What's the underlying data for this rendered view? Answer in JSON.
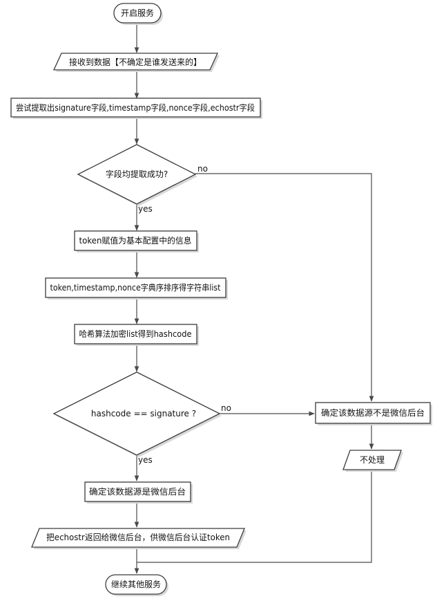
{
  "nodes": {
    "start": "开启服务",
    "receive": "接收到数据【不确定是谁发送来的】",
    "extract": "尝试提取出signature字段,timestamp字段,nonce字段,echostr字段",
    "check_fields": "字段均提取成功?",
    "assign_token": "token赋值为基本配置中的信息",
    "sort": "token,timestamp,nonce字典序排序得字符串list",
    "hash": "哈希算法加密list得到hashcode",
    "compare": "hashcode == signature ?",
    "not_wechat": "确定该数据源不是微信后台",
    "ignore": "不处理",
    "is_wechat": "确定该数据源是微信后台",
    "return_echostr": "把echostr返回给微信后台，供微信后台认证token",
    "end": "继续其他服务"
  },
  "edge_labels": {
    "fields_no": "no",
    "fields_yes": "yes",
    "compare_no": "no",
    "compare_yes": "yes"
  }
}
